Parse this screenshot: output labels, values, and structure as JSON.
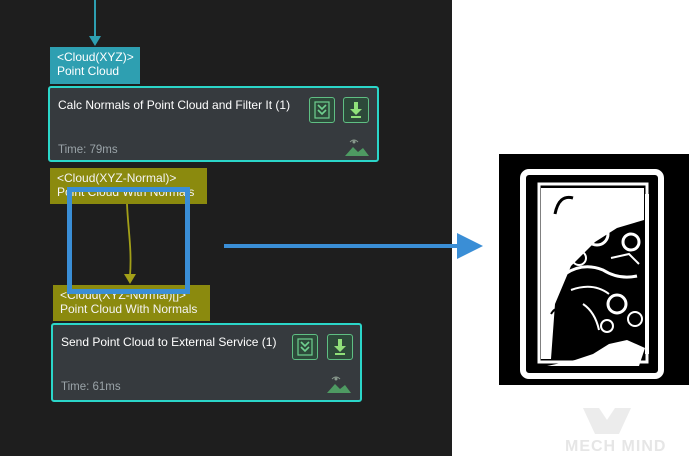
{
  "colors": {
    "canvas_bg": "#1e1e1e",
    "node_bg": "#363a3e",
    "node_border": "#2bd6c9",
    "port_blue": "#2e9fb1",
    "port_olive": "#8b8a0e",
    "highlight": "#3a8ed6",
    "wire_olive": "#a3a018"
  },
  "top_port": {
    "type": "<Cloud(XYZ)>",
    "name": "Point Cloud"
  },
  "node1": {
    "title": "Calc Normals of Point Cloud and Filter It (1)",
    "time": "Time: 79ms",
    "icons": [
      "expand-icon",
      "download-icon",
      "image-preview-icon"
    ],
    "output_port": {
      "type": "<Cloud(XYZ-Normal)>",
      "name": "Point Cloud With Normals"
    }
  },
  "node2": {
    "input_port": {
      "type": "<Cloud(XYZ-Normal)[]>",
      "name": "Point Cloud With Normals"
    },
    "title": "Send Point Cloud to External Service (1)",
    "time": "Time: 61ms",
    "icons": [
      "expand-icon",
      "download-icon",
      "image-preview-icon"
    ]
  },
  "watermark": {
    "text": "MECH MIND"
  }
}
